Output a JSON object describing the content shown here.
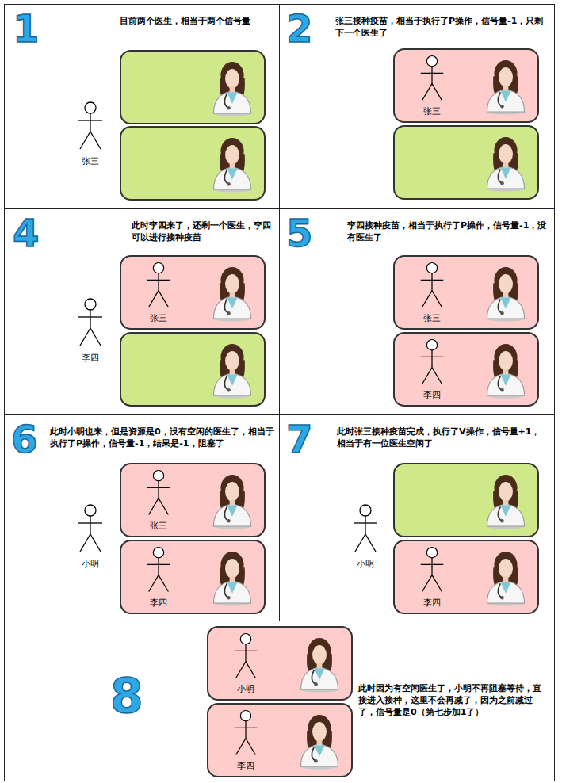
{
  "diagram": {
    "nodes": [
      {
        "text": [
          "1",
          "目前两个医生，相当于两个信号量",
          "张三"
        ]
      },
      {
        "text": [
          "2",
          "张三接种疫苗，相当于执行了P操作，信号量-1，只剩下一个医生了"
        ]
      },
      {
        "text": [
          "张三"
        ],
        "in": 1
      },
      {
        "text": [
          "4",
          "此时李四来了，还剩一个医生，李四可以进行接种疫苗",
          "李四"
        ]
      },
      {
        "text": [
          "张三"
        ],
        "in": 3
      },
      {
        "text": [
          "5",
          "李四接种疫苗，相当于执行了P操作，信号量-1，没有医生了"
        ]
      },
      {
        "text": [
          "张三"
        ],
        "in": 5
      },
      {
        "text": [
          "李四"
        ],
        "in": 5
      },
      {
        "text": [
          "6",
          "此时小明也来，但是资源是0，没有空闲的医生了，相当于执行了P操作，信号量-1，结果是-1，阻塞了",
          "小明"
        ]
      },
      {
        "text": [
          "张三"
        ],
        "in": 8
      },
      {
        "text": [
          "李四"
        ],
        "in": 8
      },
      {
        "text": [
          "7",
          "此时张三接种疫苗完成，执行了V操作，信号量+1，相当于有一位医生空闲了",
          "小明"
        ]
      },
      {
        "text": [
          "李四"
        ],
        "in": 11
      },
      {
        "text": [
          "8",
          "此时因为有空闲医生了，小明不再阻塞等待，直接进入接种，这里不会再减了，因为之前减过了，信号量是0（第七步加1了）"
        ]
      },
      {
        "text": [
          "小明"
        ],
        "in": 13
      },
      {
        "text": [
          "李四"
        ],
        "in": 13
      }
    ]
  }
}
